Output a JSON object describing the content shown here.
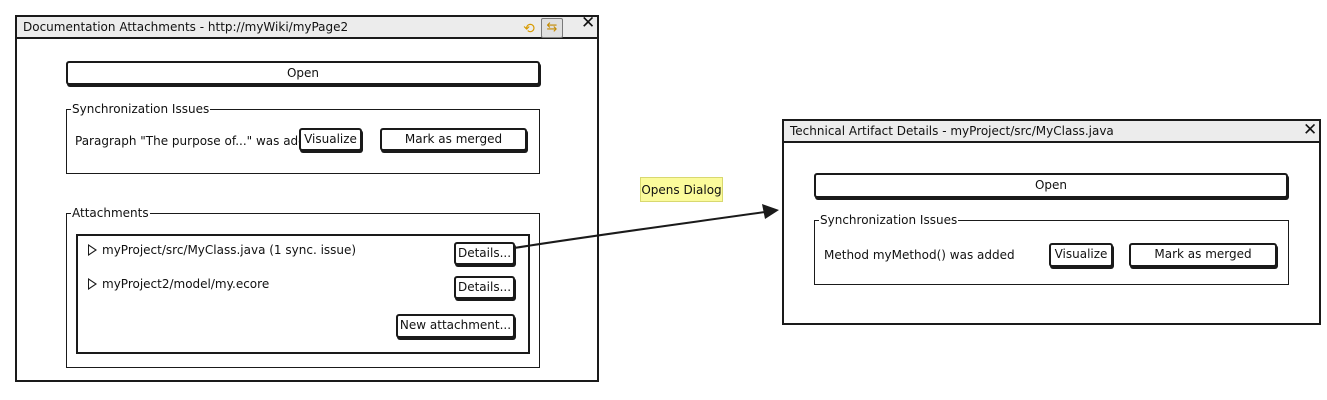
{
  "left_window": {
    "title": "Documentation Attachments - http://myWiki/myPage2",
    "open_label": "Open",
    "sync_group": {
      "legend": "Synchronization Issues",
      "issue_text": "Paragraph \"The purpose of...\" was added",
      "visualize_label": "Visualize",
      "merged_label": "Mark as merged"
    },
    "attachments_group": {
      "legend": "Attachments",
      "items": [
        {
          "label": "myProject/src/MyClass.java (1 sync. issue)",
          "details_label": "Details..."
        },
        {
          "label": "myProject2/model/my.ecore",
          "details_label": "Details..."
        }
      ],
      "new_attachment_label": "New attachment..."
    },
    "icons": [
      "sync-icon",
      "link-toggle-icon"
    ]
  },
  "note": {
    "label": "Opens Dialog"
  },
  "right_window": {
    "title": "Technical Artifact Details - myProject/src/MyClass.java",
    "open_label": "Open",
    "sync_group": {
      "legend": "Synchronization Issues",
      "issue_text": "Method myMethod() was added",
      "visualize_label": "Visualize",
      "merged_label": "Mark as merged"
    }
  }
}
